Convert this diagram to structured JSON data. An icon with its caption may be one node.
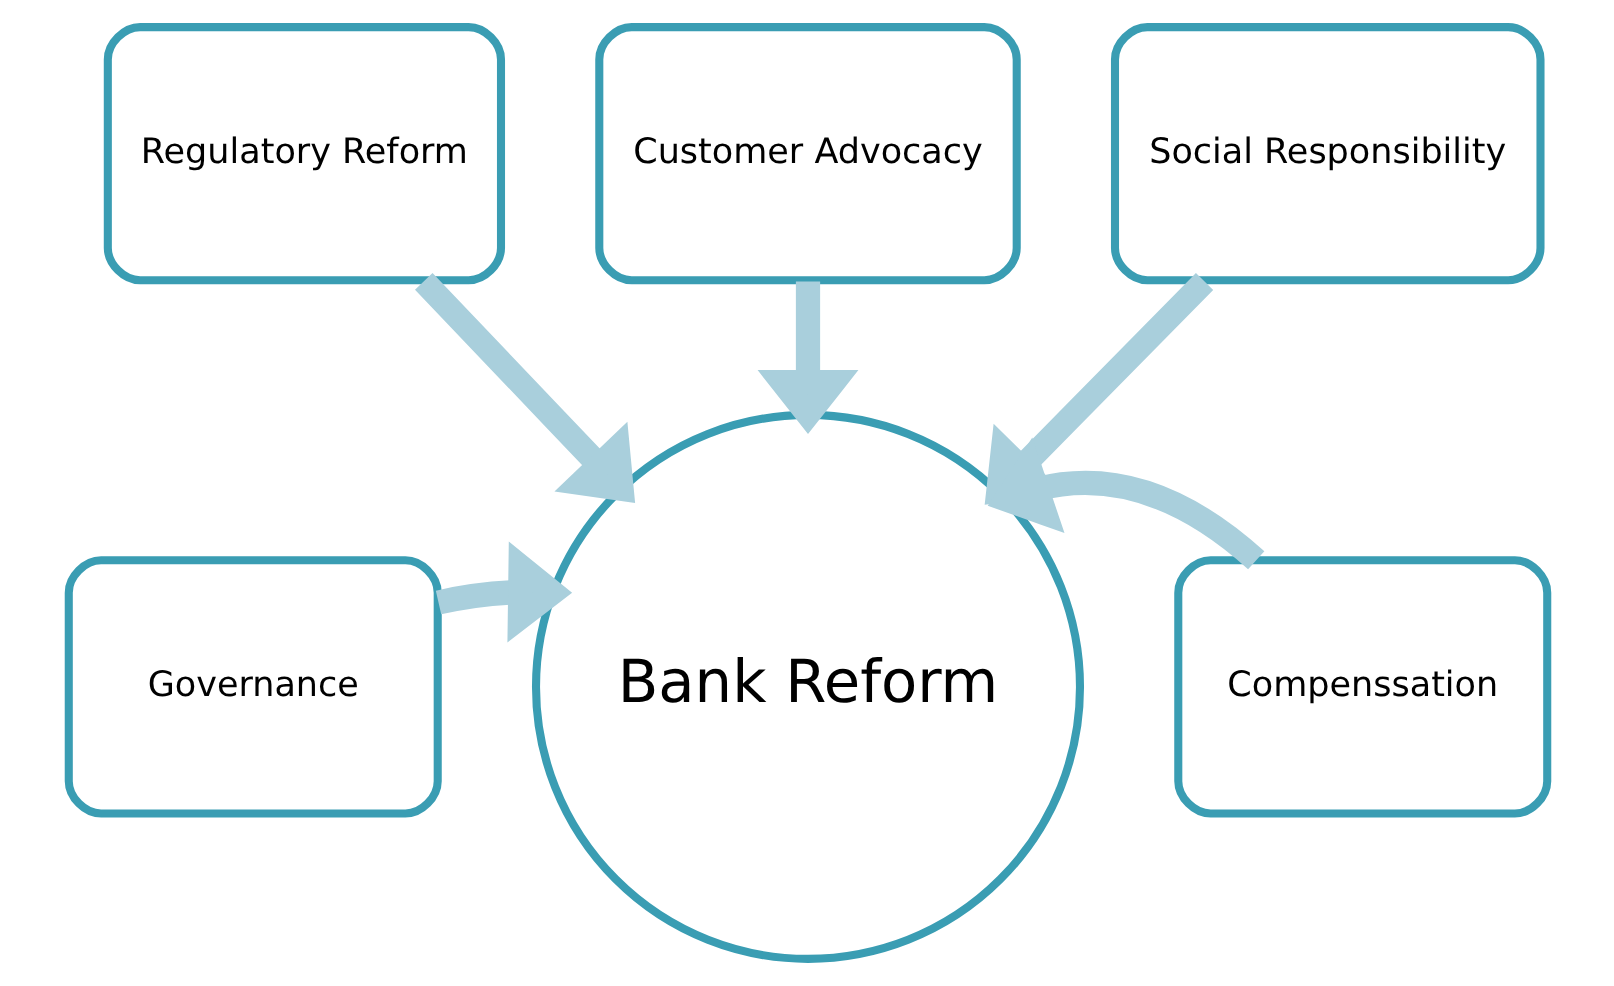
{
  "diagram": {
    "nodes": [
      {
        "text": [
          "Customer Advocacy"
        ]
      },
      {
        "text": [
          "Regulatory Reform"
        ]
      },
      {
        "text": [
          "Social Responsibility"
        ]
      },
      {
        "text": [
          "Governance"
        ]
      },
      {
        "text": [
          "Bank Reform"
        ]
      },
      {
        "text": [
          "Compenssation"
        ]
      }
    ],
    "edges": [
      {
        "from": 1,
        "to": 4,
        "arrow": "to"
      },
      {
        "from": 0,
        "to": 4,
        "arrow": "to"
      },
      {
        "from": 2,
        "to": 4,
        "arrow": "to"
      },
      {
        "from": 3,
        "to": 4,
        "arrow": "to"
      },
      {
        "from": 5,
        "to": 4,
        "arrow": "to"
      }
    ]
  }
}
